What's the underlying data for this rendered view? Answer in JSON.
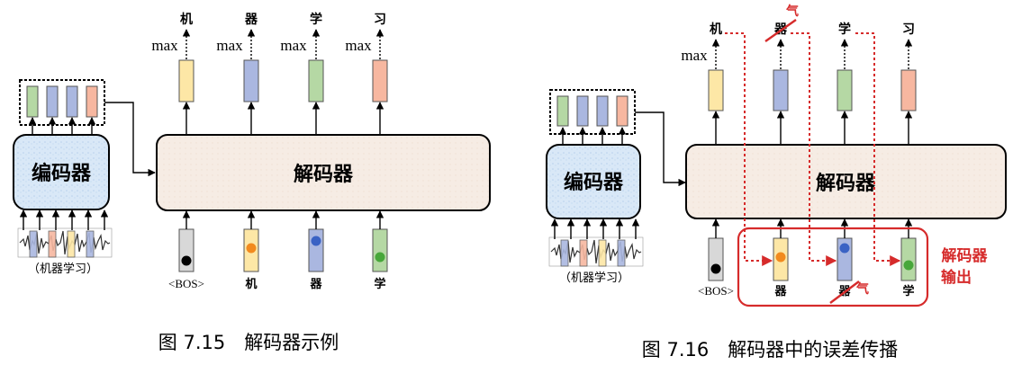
{
  "fig1": {
    "encoder_label": "编码器",
    "decoder_label": "解码器",
    "audio_caption": "（机器学习）",
    "max_label": "max",
    "outputs": [
      "机",
      "器",
      "学",
      "习"
    ],
    "inputs": [
      "<BOS>",
      "机",
      "器",
      "学"
    ],
    "caption": "图 7.15　解码器示例"
  },
  "fig2": {
    "encoder_label": "编码器",
    "decoder_label": "解码器",
    "audio_caption": "（机器学习）",
    "max_label": "max",
    "outputs": [
      "机",
      "器",
      "学",
      "习"
    ],
    "inputs": [
      "<BOS>",
      "器",
      "器",
      "学"
    ],
    "error_char": "气",
    "decoder_output_label_line1": "解码器",
    "decoder_output_label_line2": "输出",
    "caption": "图 7.16　解码器中的误差传播"
  },
  "colors": {
    "yellow": "#fde7a6",
    "blue": "#aab7e0",
    "green": "#b5d8a4",
    "orange": "#f7b7a0",
    "gray": "#d8d8d8",
    "encoder_fill": "#d9e8f7",
    "decoder_fill": "#f6ece4",
    "red": "#d62b2b",
    "dot_orange": "#f28a1e",
    "dot_blue": "#3a62c4",
    "dot_green": "#47a73a",
    "dot_black": "#000000"
  }
}
